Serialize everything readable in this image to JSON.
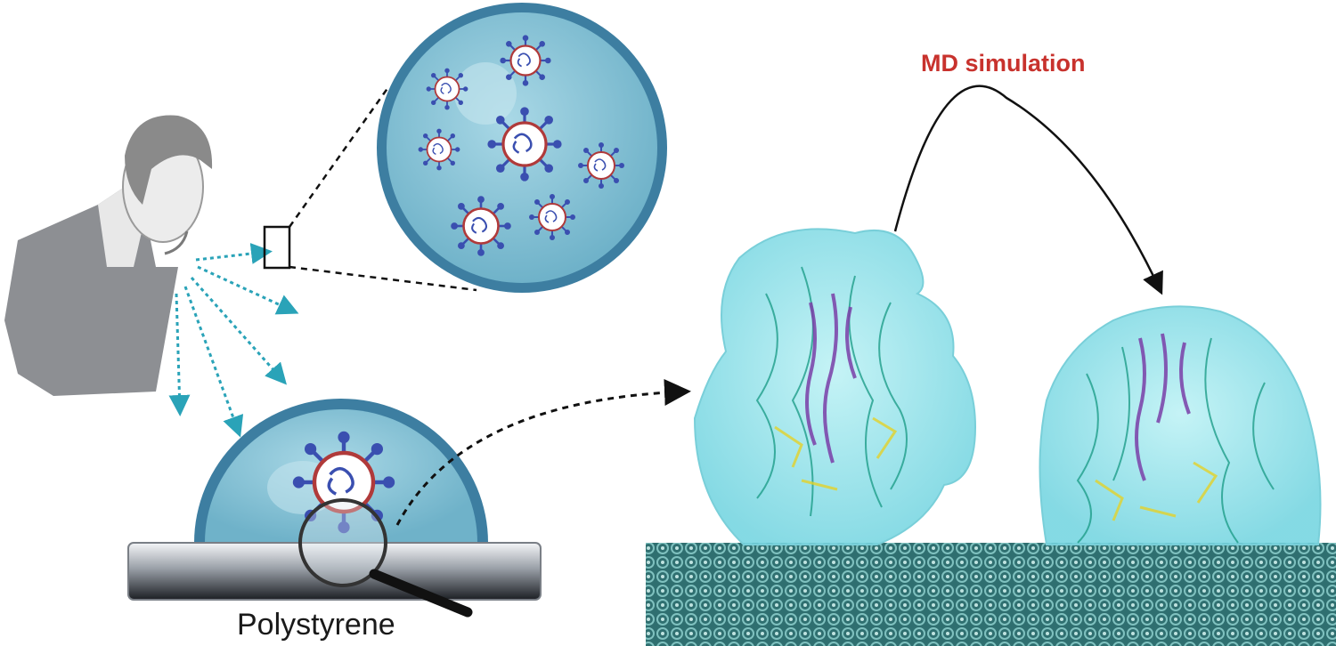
{
  "labels": {
    "simulation": "MD simulation",
    "surface": "Polystyrene"
  },
  "colors": {
    "simulation_label": "#c8322d",
    "droplet_rim": "#2e6f8e",
    "droplet_fill": "#8cc7d9",
    "virus_spike": "#3a4fb0",
    "virus_tip": "#c0392b",
    "spray_arrow": "#2aa3b8",
    "protein_envelope": "#8fe0e8",
    "surface_lattice": "#3f8c8a"
  },
  "icons": [
    "person-coughing",
    "virus-particle",
    "magnifying-glass",
    "protein-structure",
    "polystyrene-lattice"
  ]
}
